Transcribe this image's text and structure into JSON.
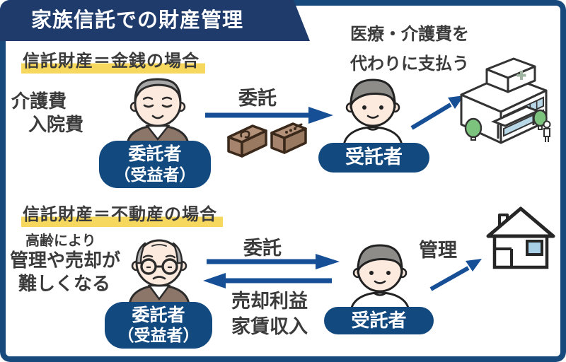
{
  "banner": {
    "title": "家族信託での財産管理"
  },
  "colors": {
    "frame_navy": "#17497c",
    "banner_navy": "#1e3b6c",
    "pill_blue": "#12497f",
    "arrow_blue": "#174f97",
    "highlight_yellow": "#f6d85e",
    "text_dark": "#3b3b3b",
    "window_blue": "#a9cfe7",
    "tree_green": "#7cc47e",
    "money_tan": "#ad8a6f",
    "sweater_brown": "#8c7569"
  },
  "money_case": {
    "heading": "信託財産＝金銭の場合",
    "need_line1": "介護費",
    "need_line2": "入院費",
    "settlor_line1": "委託者",
    "settlor_line2": "（受益者）",
    "entrust_label": "委託",
    "trustee_label": "受託者",
    "purpose_line1": "医療・介護費を",
    "purpose_line2": "代わりに支払う"
  },
  "realestate_case": {
    "heading": "信託財産＝不動産の場合",
    "problem_line1": "高齢により",
    "problem_line2": "管理や売却が",
    "problem_line3": "難しくなる",
    "settlor_line1": "委託者",
    "settlor_line2": "（受益者）",
    "entrust_label": "委託",
    "return_line1": "売却利益",
    "return_line2": "家賃収入",
    "trustee_label": "受託者",
    "manage_label": "管理"
  },
  "icons": {
    "money": "money-bundle-icon",
    "hospital": "hospital-building-icon",
    "house": "house-icon"
  }
}
